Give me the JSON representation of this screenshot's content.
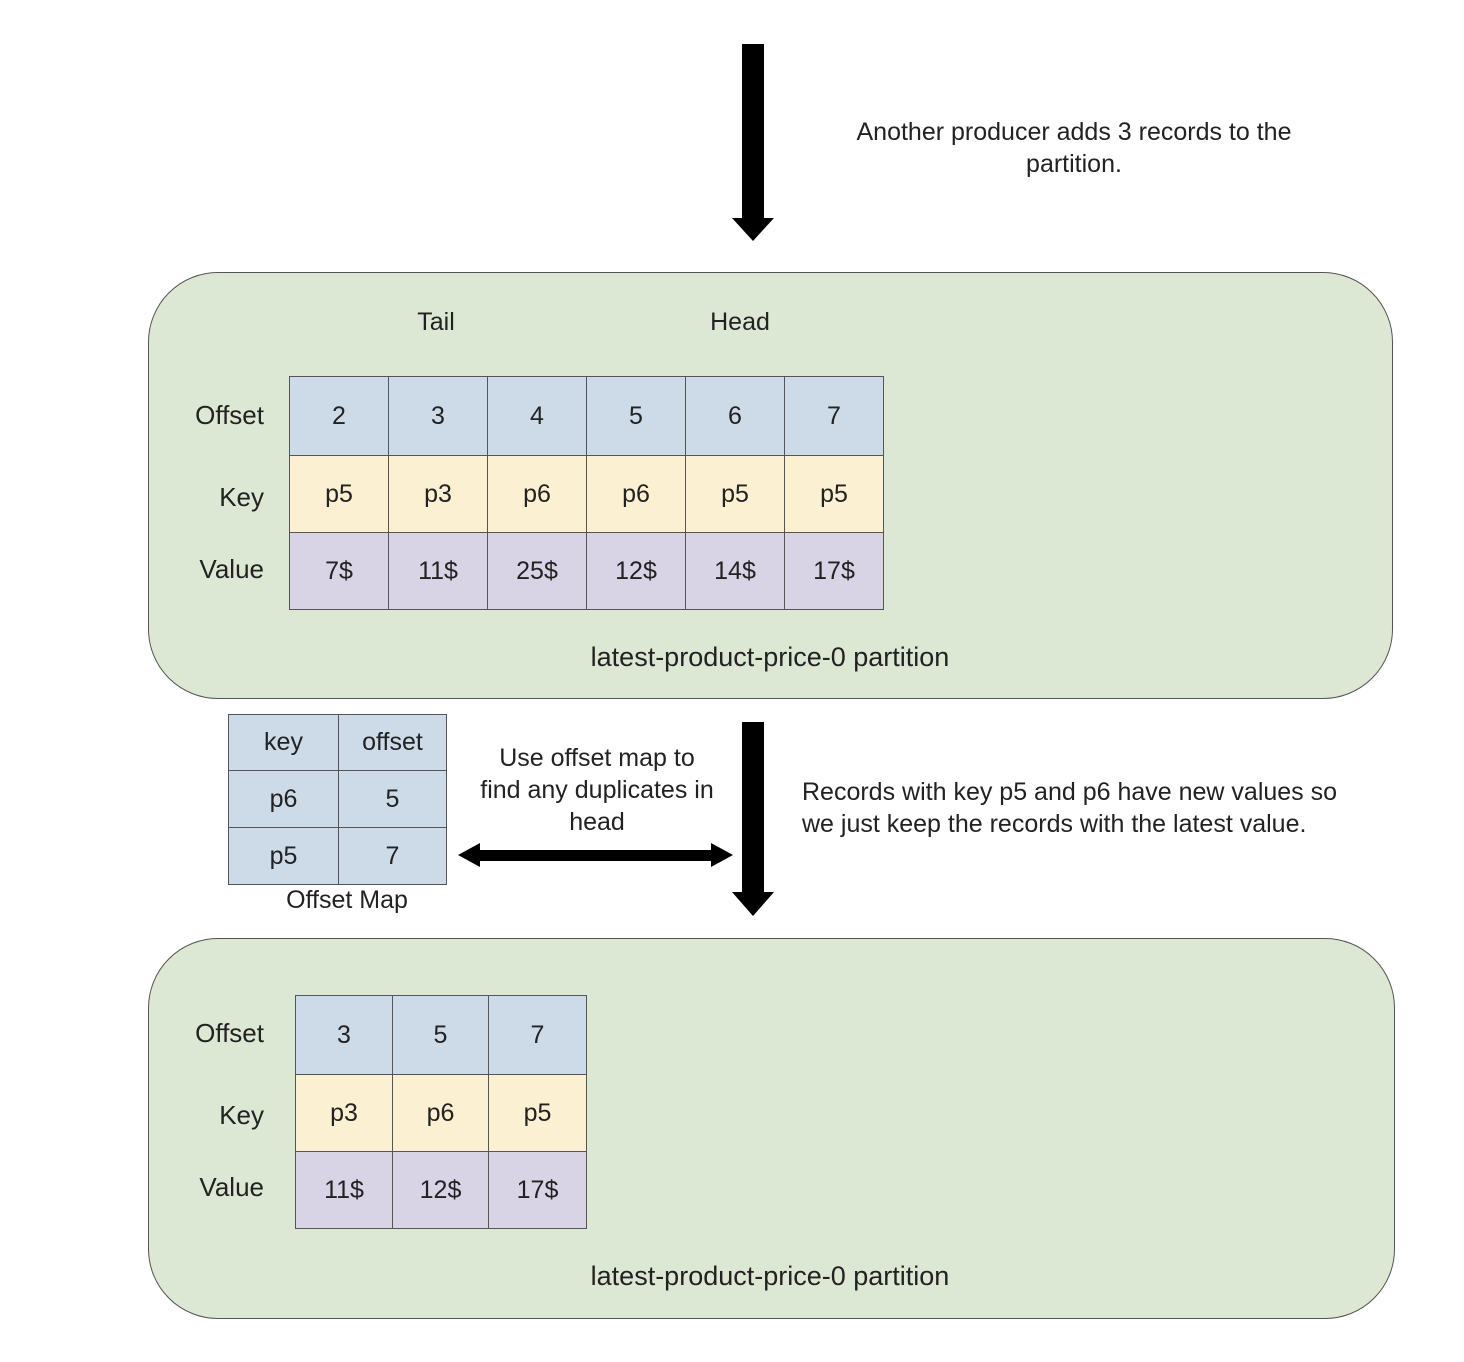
{
  "top_note": "Another producer adds 3 records to the partition.",
  "before": {
    "tail_label": "Tail",
    "head_label": "Head",
    "row_labels": {
      "offset": "Offset",
      "key": "Key",
      "value": "Value"
    },
    "offsets": [
      "2",
      "3",
      "4",
      "5",
      "6",
      "7"
    ],
    "keys": [
      "p5",
      "p3",
      "p6",
      "p6",
      "p5",
      "p5"
    ],
    "values": [
      "7$",
      "11$",
      "25$",
      "12$",
      "14$",
      "17$"
    ],
    "caption": "latest-product-price-0 partition"
  },
  "offset_map": {
    "headers": [
      "key",
      "offset"
    ],
    "rows": [
      [
        "p6",
        "5"
      ],
      [
        "p5",
        "7"
      ]
    ],
    "caption": "Offset Map"
  },
  "map_note": "Use offset map to find any duplicates in head",
  "right_note": "Records with key p5 and p6 have new values so we just keep the records with the latest value.",
  "after": {
    "row_labels": {
      "offset": "Offset",
      "key": "Key",
      "value": "Value"
    },
    "offsets": [
      "3",
      "5",
      "7"
    ],
    "keys": [
      "p3",
      "p6",
      "p5"
    ],
    "values": [
      "11$",
      "12$",
      "17$"
    ],
    "caption": "latest-product-price-0 partition"
  }
}
